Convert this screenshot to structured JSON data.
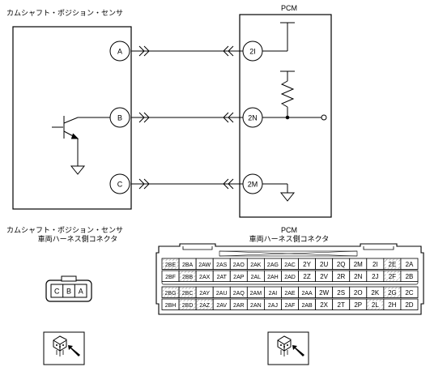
{
  "titles": {
    "sensor_top": "カムシャフト・ポジション・センサ",
    "pcm_top": "PCM",
    "sensor_bottom_line1": "カムシャフト・ポジション・センサ",
    "sensor_bottom_line2": "車両ハーネス側コネクタ",
    "pcm_bottom_line1": "PCM",
    "pcm_bottom_line2": "車両ハーネス側コネクタ"
  },
  "sensor_pins": [
    "A",
    "B",
    "C"
  ],
  "pcm_pins": [
    "2I",
    "2N",
    "2M"
  ],
  "sensor_connector_pins": [
    "C",
    "B",
    "A"
  ],
  "pcm_connector_rows": [
    [
      "2BE",
      "2BA",
      "2AW",
      "2AS",
      "2AO",
      "2AK",
      "2AG",
      "2AC",
      "2Y",
      "2U",
      "2Q",
      "2M",
      "2I",
      "2E",
      "2A"
    ],
    [
      "2BF",
      "2BB",
      "2AX",
      "2AT",
      "2AP",
      "2AL",
      "2AH",
      "2AD",
      "2Z",
      "2V",
      "2R",
      "2N",
      "2J",
      "2F",
      "2B"
    ],
    [
      "2BG",
      "2BC",
      "2AY",
      "2AU",
      "2AQ",
      "2AM",
      "2AI",
      "2AE",
      "2AA",
      "2W",
      "2S",
      "2O",
      "2K",
      "2G",
      "2C"
    ],
    [
      "2BH",
      "2BD",
      "2AZ",
      "2AV",
      "2AR",
      "2AN",
      "2AJ",
      "2AF",
      "2AB",
      "2X",
      "2T",
      "2P",
      "2L",
      "2H",
      "2D"
    ]
  ]
}
